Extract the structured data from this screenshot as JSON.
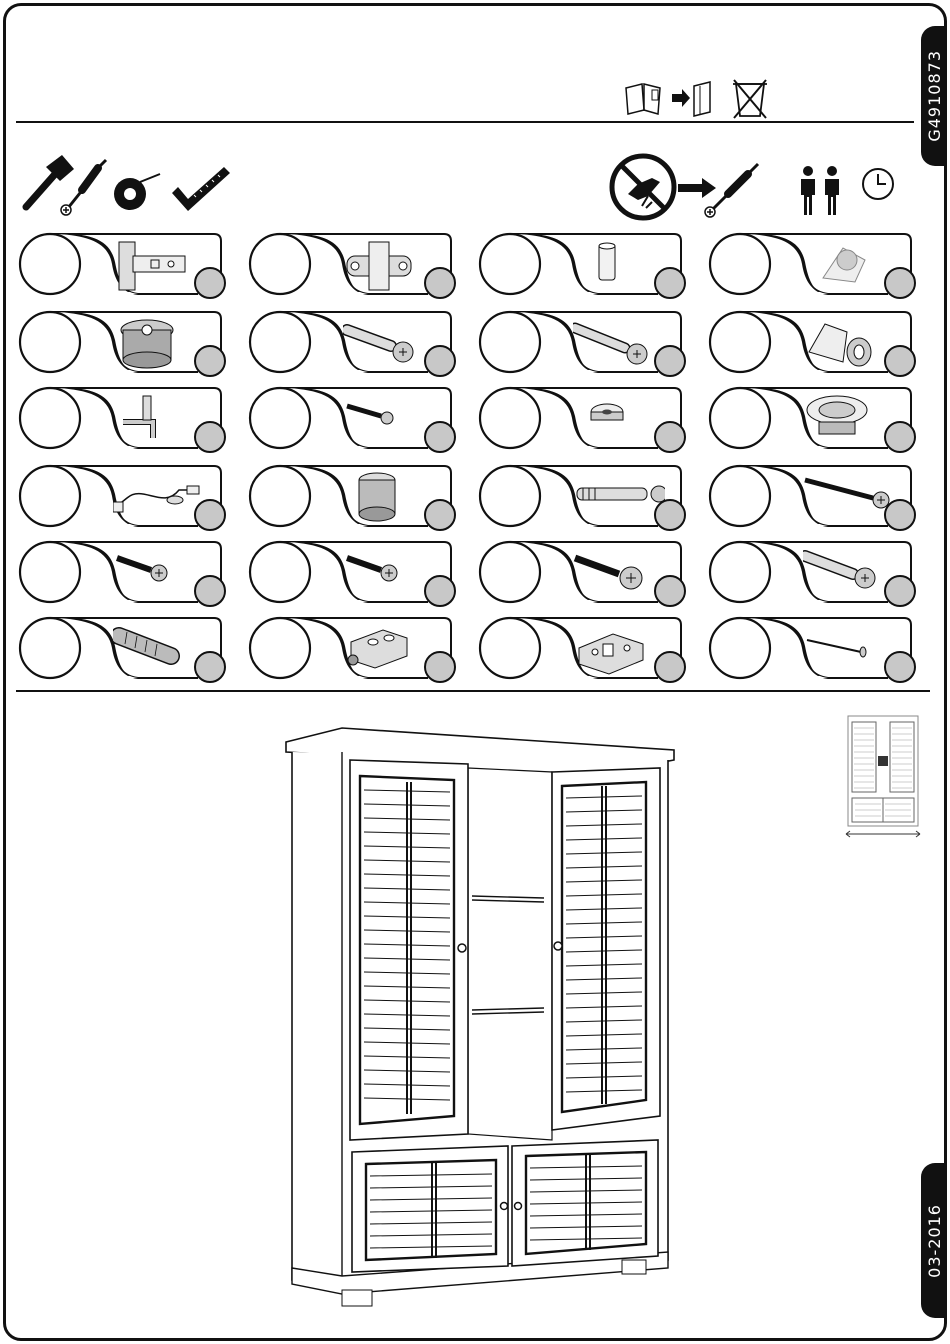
{
  "document": {
    "code": "G4910873",
    "date": "03-2016"
  },
  "icons": {
    "manual": "manual-to-folder-icon",
    "no_bin": "no-trash-bin-icon",
    "tools": [
      "hammer-icon",
      "phillips-screwdriver-icon",
      "tape-measure-icon",
      "square-ruler-icon"
    ],
    "no_power_tool": "no-power-drill-icon",
    "use_screwdriver": "manual-screwdriver-icon",
    "persons": "two-persons-icon",
    "time": "clock-icon"
  },
  "parts": [
    {
      "id": "p1",
      "icon": "hinge-icon",
      "qty": ""
    },
    {
      "id": "p2",
      "icon": "hinge-plate-icon",
      "qty": ""
    },
    {
      "id": "p3",
      "icon": "plastic-dowel-icon",
      "qty": ""
    },
    {
      "id": "p4",
      "icon": "corner-bumper-icon",
      "qty": ""
    },
    {
      "id": "p5",
      "icon": "cam-lock-icon",
      "qty": ""
    },
    {
      "id": "p6",
      "icon": "cam-bolt-icon",
      "qty": ""
    },
    {
      "id": "p7",
      "icon": "expansion-screw-icon",
      "qty": ""
    },
    {
      "id": "p8",
      "icon": "corner-bracket-cap-icon",
      "qty": ""
    },
    {
      "id": "p9",
      "icon": "shelf-support-icon",
      "qty": ""
    },
    {
      "id": "p10",
      "icon": "small-screw-icon",
      "qty": ""
    },
    {
      "id": "p11",
      "icon": "felt-pad-icon",
      "qty": ""
    },
    {
      "id": "p12",
      "icon": "recessed-light-icon",
      "qty": ""
    },
    {
      "id": "p13",
      "icon": "power-cable-icon",
      "qty": ""
    },
    {
      "id": "p14",
      "icon": "cam-lock-housing-icon",
      "qty": ""
    },
    {
      "id": "p15",
      "icon": "connector-bolt-icon",
      "qty": ""
    },
    {
      "id": "p16",
      "icon": "long-wood-screw-icon",
      "qty": ""
    },
    {
      "id": "p17",
      "icon": "wood-screw-icon",
      "qty": ""
    },
    {
      "id": "p18",
      "icon": "wood-screw-icon",
      "qty": ""
    },
    {
      "id": "p19",
      "icon": "washer-screw-icon",
      "qty": ""
    },
    {
      "id": "p20",
      "icon": "wall-plug-screw-icon",
      "qty": ""
    },
    {
      "id": "p21",
      "icon": "wooden-dowel-icon",
      "qty": ""
    },
    {
      "id": "p22",
      "icon": "drawer-connector-icon",
      "qty": ""
    },
    {
      "id": "p23",
      "icon": "corner-connector-icon",
      "qty": ""
    },
    {
      "id": "p24",
      "icon": "nail-icon",
      "qty": ""
    }
  ],
  "illustration": {
    "main": "louvered-cabinet-illustration",
    "thumbnail": "cabinet-thumbnail-illustration"
  }
}
